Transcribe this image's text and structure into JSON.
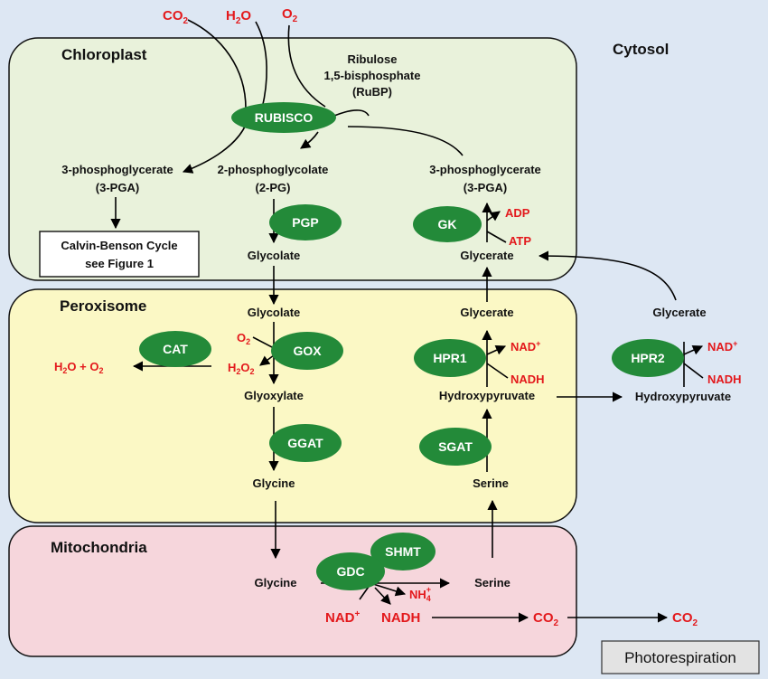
{
  "compartments": {
    "chloroplast": "Chloroplast",
    "cytosol": "Cytosol",
    "peroxisome": "Peroxisome",
    "mitochondria": "Mitochondria"
  },
  "colors": {
    "chloroplast_fill": "#e9f2db",
    "peroxisome_fill": "#fbf8c5",
    "mitochondria_fill": "#f6d6dc",
    "background": "#dde7f3",
    "enzyme": "#238a39",
    "cofactor_text": "#e3191c"
  },
  "inputs": {
    "co2": "CO",
    "co2_sub": "2",
    "h2o_h": "H",
    "h2o_sub": "2",
    "h2o_o": "O",
    "o2": "O",
    "o2_sub": "2"
  },
  "chloroplast": {
    "rubp_line1": "Ribulose",
    "rubp_line2": "1,5-bisphosphate",
    "rubp_line3": "(RuBP)",
    "pga_left_line1": "3-phosphoglycerate",
    "pga_left_line2": "(3-PGA)",
    "pg_line1": "2-phosphoglycolate",
    "pg_line2": "(2-PG)",
    "pga_right_line1": "3-phosphoglycerate",
    "pga_right_line2": "(3-PGA)",
    "calvin_line1": "Calvin-Benson Cycle",
    "calvin_line2": "see Figure 1",
    "glycolate": "Glycolate",
    "glycerate": "Glycerate",
    "adp": "ADP",
    "atp": "ATP"
  },
  "peroxisome": {
    "glycolate": "Glycolate",
    "o2": "O",
    "o2_sub": "2",
    "h2o2": "H",
    "h2o2_sub1": "2",
    "h2o2_o": "O",
    "h2o2_sub2": "2",
    "h2o_o2_a": "H",
    "h2o_o2_sub1": "2",
    "h2o_o2_b": "O + O",
    "h2o_o2_sub2": "2",
    "glyoxylate": "Glyoxylate",
    "glycine": "Glycine",
    "glycerate": "Glycerate",
    "nad_plus": "NAD",
    "nad_plus_sup": "+",
    "nadh": "NADH",
    "hydroxypyruvate": "Hydroxypyruvate",
    "serine": "Serine"
  },
  "cytosol_pathway": {
    "glycerate": "Glycerate",
    "nad_plus": "NAD",
    "nad_plus_sup": "+",
    "nadh": "NADH",
    "hydroxypyruvate": "Hydroxypyruvate"
  },
  "mitochondria": {
    "glycine": "Glycine",
    "serine": "Serine",
    "nh4": "NH",
    "nh4_sub": "4",
    "nh4_sup": "+",
    "nad_plus": "NAD",
    "nad_plus_sup": "+",
    "nadh": "NADH",
    "co2_inner": "CO",
    "co2_inner_sub": "2",
    "co2_outer": "CO",
    "co2_outer_sub": "2"
  },
  "enzymes": {
    "rubisco": "RUBISCO",
    "pgp": "PGP",
    "gk": "GK",
    "cat": "CAT",
    "gox": "GOX",
    "ggat": "GGAT",
    "hpr1": "HPR1",
    "sgat": "SGAT",
    "hpr2": "HPR2",
    "gdc": "GDC",
    "shmt": "SHMT"
  },
  "caption": "Photorespiration"
}
